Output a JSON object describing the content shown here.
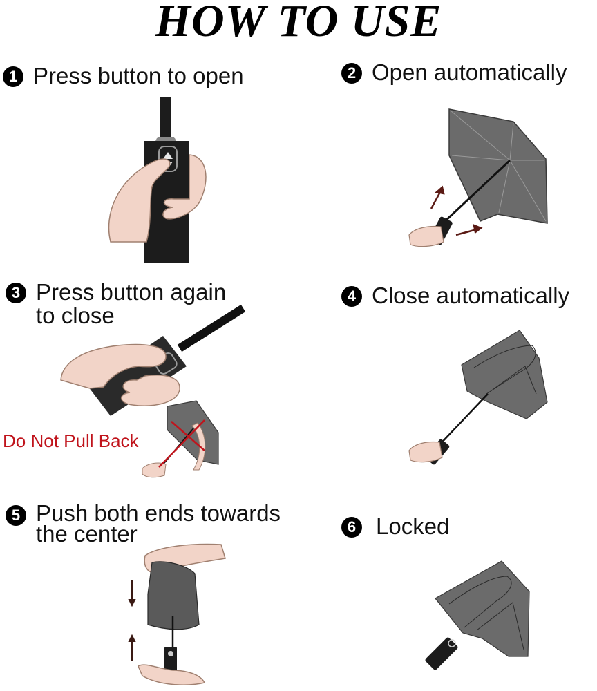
{
  "title": "HOW TO USE",
  "steps": [
    {
      "number": "1",
      "text": "Press button to open"
    },
    {
      "number": "2",
      "text": "Open automatically"
    },
    {
      "number": "3",
      "text": "Press button again\nto close"
    },
    {
      "number": "4",
      "text": "Close automatically"
    },
    {
      "number": "5",
      "text": "Push both ends towards\nthe center"
    },
    {
      "number": "6",
      "text": "Locked"
    }
  ],
  "warning": "Do Not Pull Back",
  "colors": {
    "warning": "#c0141c",
    "canopy": "#6b6b6b",
    "handle": "#1c1c1c",
    "skin": "#f2d4c8",
    "arrow": "#5a1a14"
  }
}
